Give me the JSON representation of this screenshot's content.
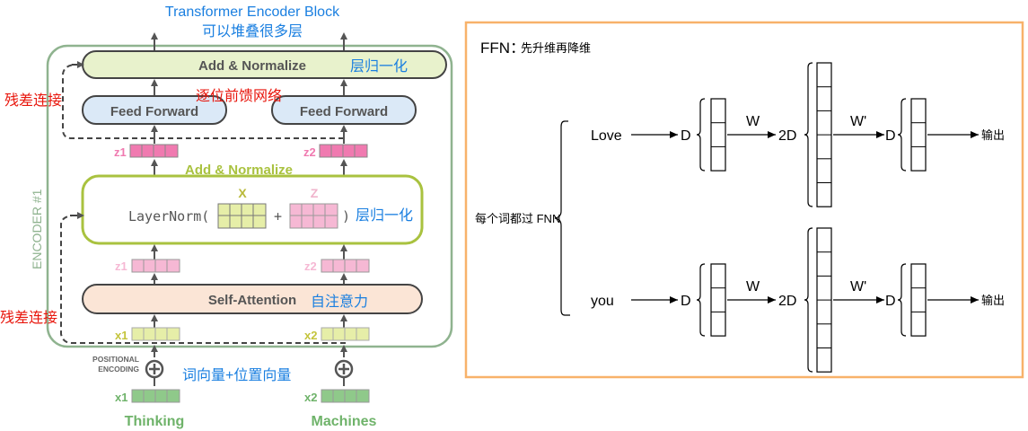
{
  "left_panel": {
    "title_en": "Transformer Encoder Block",
    "title_cn": "可以堆叠很多层",
    "encoder_label": "ENCODER #1",
    "top_add_norm": {
      "label": "Add & Normalize",
      "annotation": "层归一化"
    },
    "feed_forward": {
      "labels": [
        "Feed Forward",
        "Feed Forward"
      ],
      "annotation": "逐位前馈网络"
    },
    "residual_label_top": "残差连接",
    "residual_label_bottom": "残差连接",
    "z_vectors_top": [
      "z1",
      "z2"
    ],
    "mid_add_norm": {
      "label": "Add & Normalize",
      "formula_prefix": "LayerNorm(",
      "x_label": "X",
      "plus": "+",
      "z_label": "Z",
      "formula_suffix": ")",
      "annotation": "层归一化"
    },
    "z_vectors_bottom": [
      "z1",
      "z2"
    ],
    "self_attention": {
      "label": "Self-Attention",
      "annotation": "自注意力"
    },
    "x_vectors_in": [
      "x1",
      "x2"
    ],
    "positional_encoding": {
      "line1": "POSITIONAL",
      "line2": "ENCODING",
      "annotation": "词向量+位置向量"
    },
    "x_vectors_embed": [
      "x1",
      "x2"
    ],
    "words": [
      "Thinking",
      "Machines"
    ],
    "colors": {
      "encoder_border": "#8fb38f",
      "add_norm_fill": "#e8f2cc",
      "feed_forward_fill": "#dbe9f7",
      "self_attention_fill": "#fbe5d6",
      "ln_border": "#a9c23f",
      "z_strong": "#f07ab0",
      "z_light": "#f6b8d4",
      "x_light": "#e6eea8",
      "x_green": "#8fc98a",
      "annotation_blue": "#1a7fe0",
      "annotation_red": "#e8160c"
    }
  },
  "right_panel": {
    "title_main": "FFN：",
    "title_sub": "先升维再降维",
    "branch_label": "每个词都过 FNN",
    "rows": [
      {
        "word": "Love",
        "dim_in": "D",
        "weight1": "W",
        "dim_hidden": "2D",
        "weight2": "W'",
        "dim_out": "D",
        "output": "输出"
      },
      {
        "word": "you",
        "dim_in": "D",
        "weight1": "W",
        "dim_hidden": "2D",
        "weight2": "W'",
        "dim_out": "D",
        "output": "输出"
      }
    ],
    "colors": {
      "frame": "#f8b26a"
    }
  }
}
